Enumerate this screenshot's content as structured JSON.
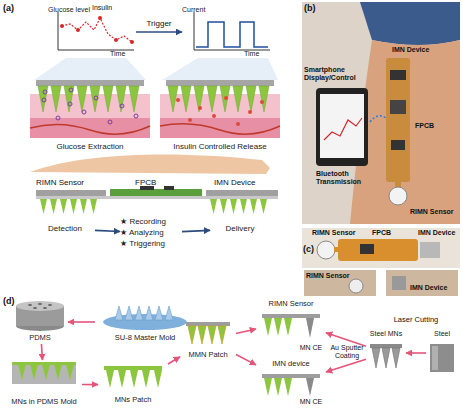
{
  "diagram": {
    "nodes": [
      {
        "text": [
          "Glucose level",
          "Time"
        ]
      },
      {
        "text": [
          "Current",
          "Time"
        ]
      },
      {
        "text": [
          "Glucose Extraction"
        ]
      },
      {
        "text": [
          "Insulin Controlled Release"
        ]
      },
      {
        "text": [
          "Detection"
        ]
      },
      {
        "text": [
          "★ Recording",
          "★ Analyzing",
          "★ Triggering"
        ]
      },
      {
        "text": [
          "Delivery"
        ]
      },
      {
        "text": [
          "SU-8 Master Mold"
        ]
      },
      {
        "text": [
          "PDMS"
        ]
      },
      {
        "text": [
          "MNs in PDMS Mold"
        ]
      },
      {
        "text": [
          "MNs Patch"
        ]
      },
      {
        "text": [
          "MMN Patch"
        ]
      },
      {
        "text": [
          "RIMN Sensor"
        ]
      },
      {
        "text": [
          "IMN device"
        ]
      },
      {
        "text": [
          "Steel MNs"
        ]
      },
      {
        "text": [
          "Steel"
        ]
      }
    ],
    "edges": [
      {
        "from": 0,
        "to": 1,
        "label": "Trigger",
        "arrow": "to"
      },
      {
        "from": 4,
        "to": 5,
        "arrow": "to"
      },
      {
        "from": 5,
        "to": 6,
        "arrow": "to"
      },
      {
        "from": 7,
        "to": 8,
        "arrow": "to"
      },
      {
        "from": 8,
        "to": 9,
        "arrow": "to"
      },
      {
        "from": 9,
        "to": 10,
        "arrow": "to"
      },
      {
        "from": 10,
        "to": 11,
        "arrow": "to"
      },
      {
        "from": 11,
        "to": 12,
        "arrow": "to"
      },
      {
        "from": 11,
        "to": 13,
        "arrow": "to"
      },
      {
        "from": 15,
        "to": 14,
        "label": "Laser Cutting",
        "arrow": "to"
      },
      {
        "from": 14,
        "to": 12,
        "arrow": "to"
      },
      {
        "from": 14,
        "to": 13,
        "arrow": "to"
      }
    ],
    "labels": [
      "(a)",
      "Insulin",
      "RIMN Sensor",
      "FPCB",
      "IMN Device",
      "(b)",
      "Smartphone Display/Control",
      "IMN Device",
      "FPCB",
      "Bluetooth Transmission",
      "RIMN Sensor",
      "(c)",
      "RIMN Sensor",
      "FPCB",
      "IMN Device",
      "RIMN Sensor",
      "IMN Device",
      "(d)",
      "MN CE",
      "MN CE",
      "Au Sputter Coating"
    ]
  }
}
